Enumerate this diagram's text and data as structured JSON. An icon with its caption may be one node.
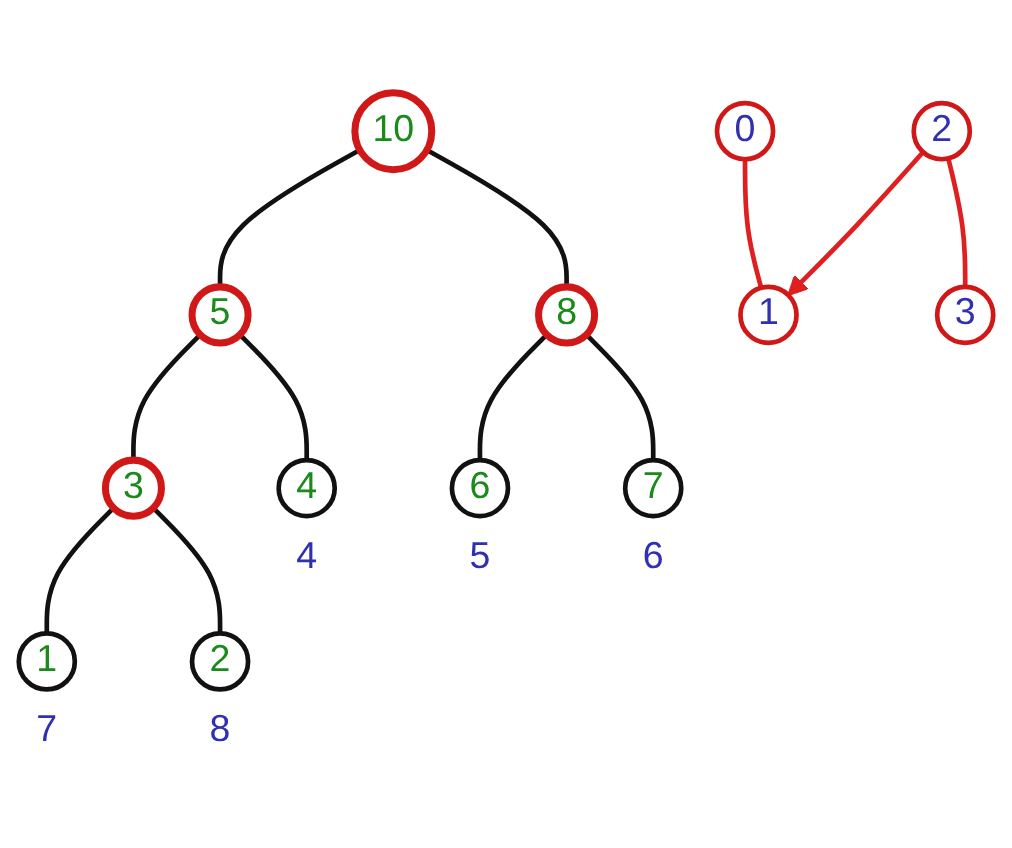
{
  "diagram": {
    "nodes": [
      {
        "text": [
          "10"
        ]
      },
      {
        "text": [
          "5"
        ]
      },
      {
        "text": [
          "8"
        ]
      },
      {
        "text": [
          "3"
        ]
      },
      {
        "text": [
          "4"
        ],
        "beside": [
          "4"
        ]
      },
      {
        "text": [
          "6"
        ],
        "beside": [
          "5"
        ]
      },
      {
        "text": [
          "7"
        ],
        "beside": [
          "6"
        ]
      },
      {
        "text": [
          "1"
        ],
        "beside": [
          "7"
        ]
      },
      {
        "text": [
          "2"
        ],
        "beside": [
          "8"
        ]
      },
      {
        "text": [
          "0"
        ]
      },
      {
        "text": [
          "1"
        ]
      },
      {
        "text": [
          "2"
        ]
      },
      {
        "text": [
          "3"
        ]
      }
    ],
    "edges": [
      {
        "from": 0,
        "to": 1,
        "arrow": "none"
      },
      {
        "from": 0,
        "to": 2,
        "arrow": "none"
      },
      {
        "from": 1,
        "to": 3,
        "arrow": "none"
      },
      {
        "from": 1,
        "to": 4,
        "arrow": "none"
      },
      {
        "from": 2,
        "to": 5,
        "arrow": "none"
      },
      {
        "from": 2,
        "to": 6,
        "arrow": "none"
      },
      {
        "from": 3,
        "to": 7,
        "arrow": "none"
      },
      {
        "from": 3,
        "to": 8,
        "arrow": "none"
      },
      {
        "from": 9,
        "to": 10,
        "arrow": "none",
        "color": "#e02020"
      },
      {
        "from": 11,
        "to": 10,
        "arrow": "to",
        "color": "#e02020"
      },
      {
        "from": 11,
        "to": 12,
        "arrow": "none",
        "color": "#e02020"
      }
    ]
  }
}
